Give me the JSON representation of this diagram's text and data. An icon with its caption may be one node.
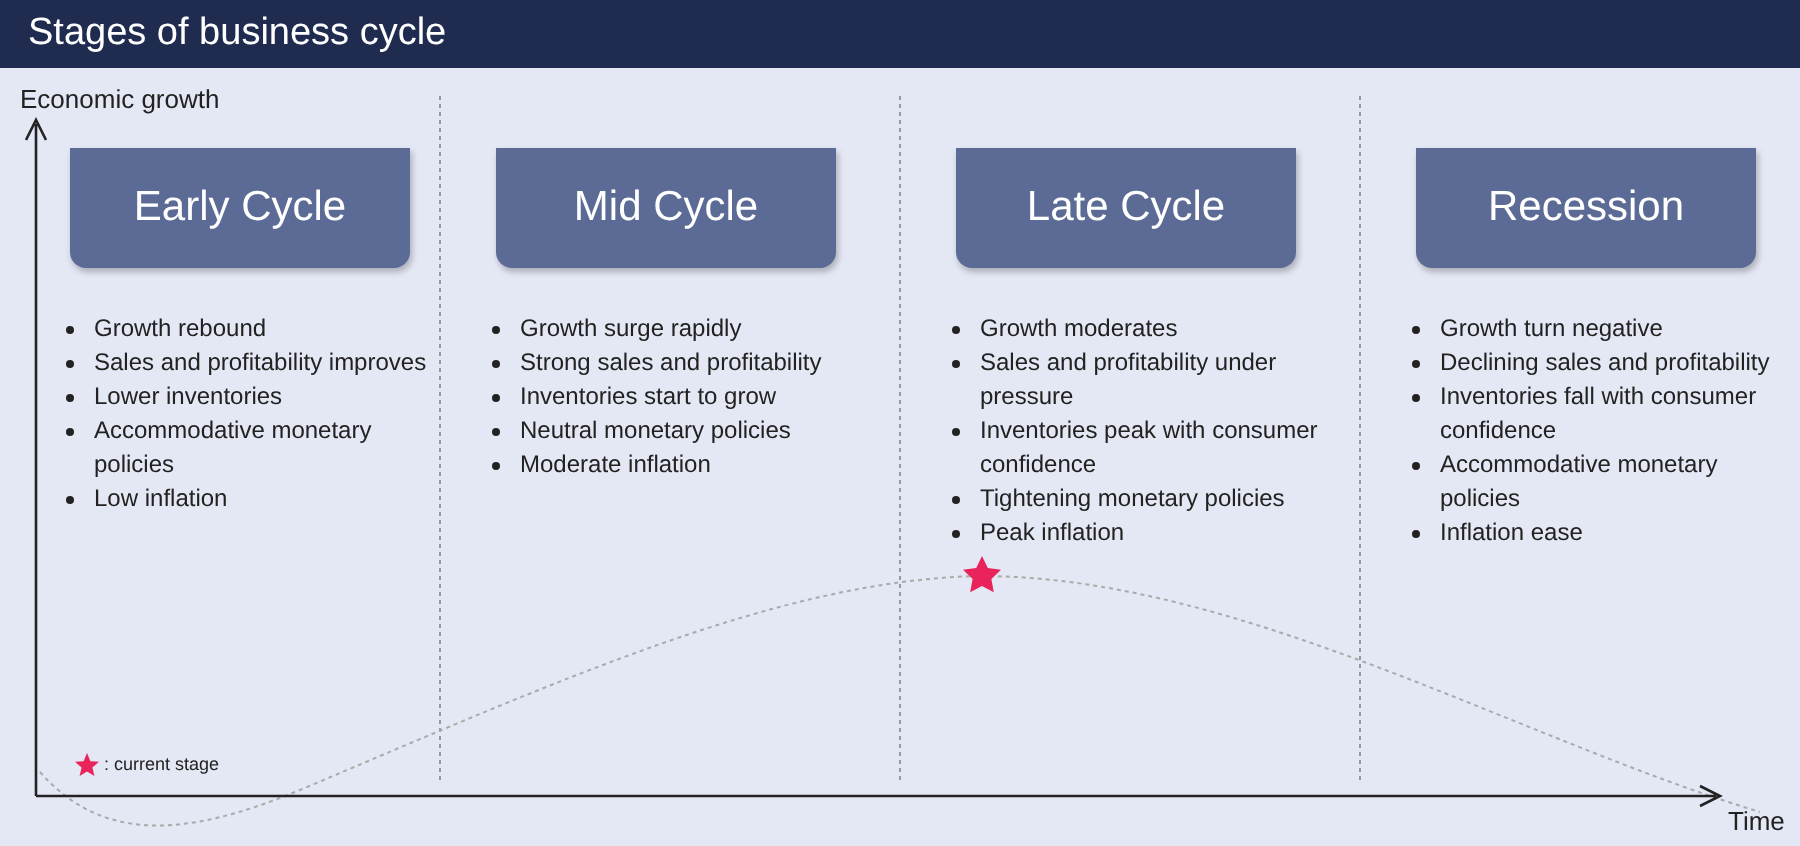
{
  "diagram": {
    "title": "Stages of business cycle",
    "nodes": [
      {
        "text": [
          "Early Cycle"
        ],
        "beside": [
          "Growth rebound",
          "Sales and profitability improves",
          "Lower inventories",
          "Accommodative monetary policies",
          "Low inflation"
        ]
      },
      {
        "text": [
          "Mid Cycle"
        ],
        "beside": [
          "Growth surge rapidly",
          "Strong sales and profitability",
          "Inventories start to grow",
          "Neutral monetary policies",
          "Moderate inflation"
        ]
      },
      {
        "text": [
          "Late Cycle"
        ],
        "beside": [
          "Growth moderates",
          "Sales and profitability under pressure",
          "Inventories peak with consumer confidence",
          "Tightening monetary policies",
          "Peak inflation"
        ]
      },
      {
        "text": [
          "Recession"
        ],
        "beside": [
          "Growth turn negative",
          "Declining sales and profitability",
          "Inventories fall with consumer confidence",
          "Accommodative monetary policies",
          "Inflation ease"
        ]
      }
    ],
    "labels": [
      "Economic growth",
      "Time"
    ],
    "legend": [
      {
        "text": ": current stage"
      }
    ]
  }
}
